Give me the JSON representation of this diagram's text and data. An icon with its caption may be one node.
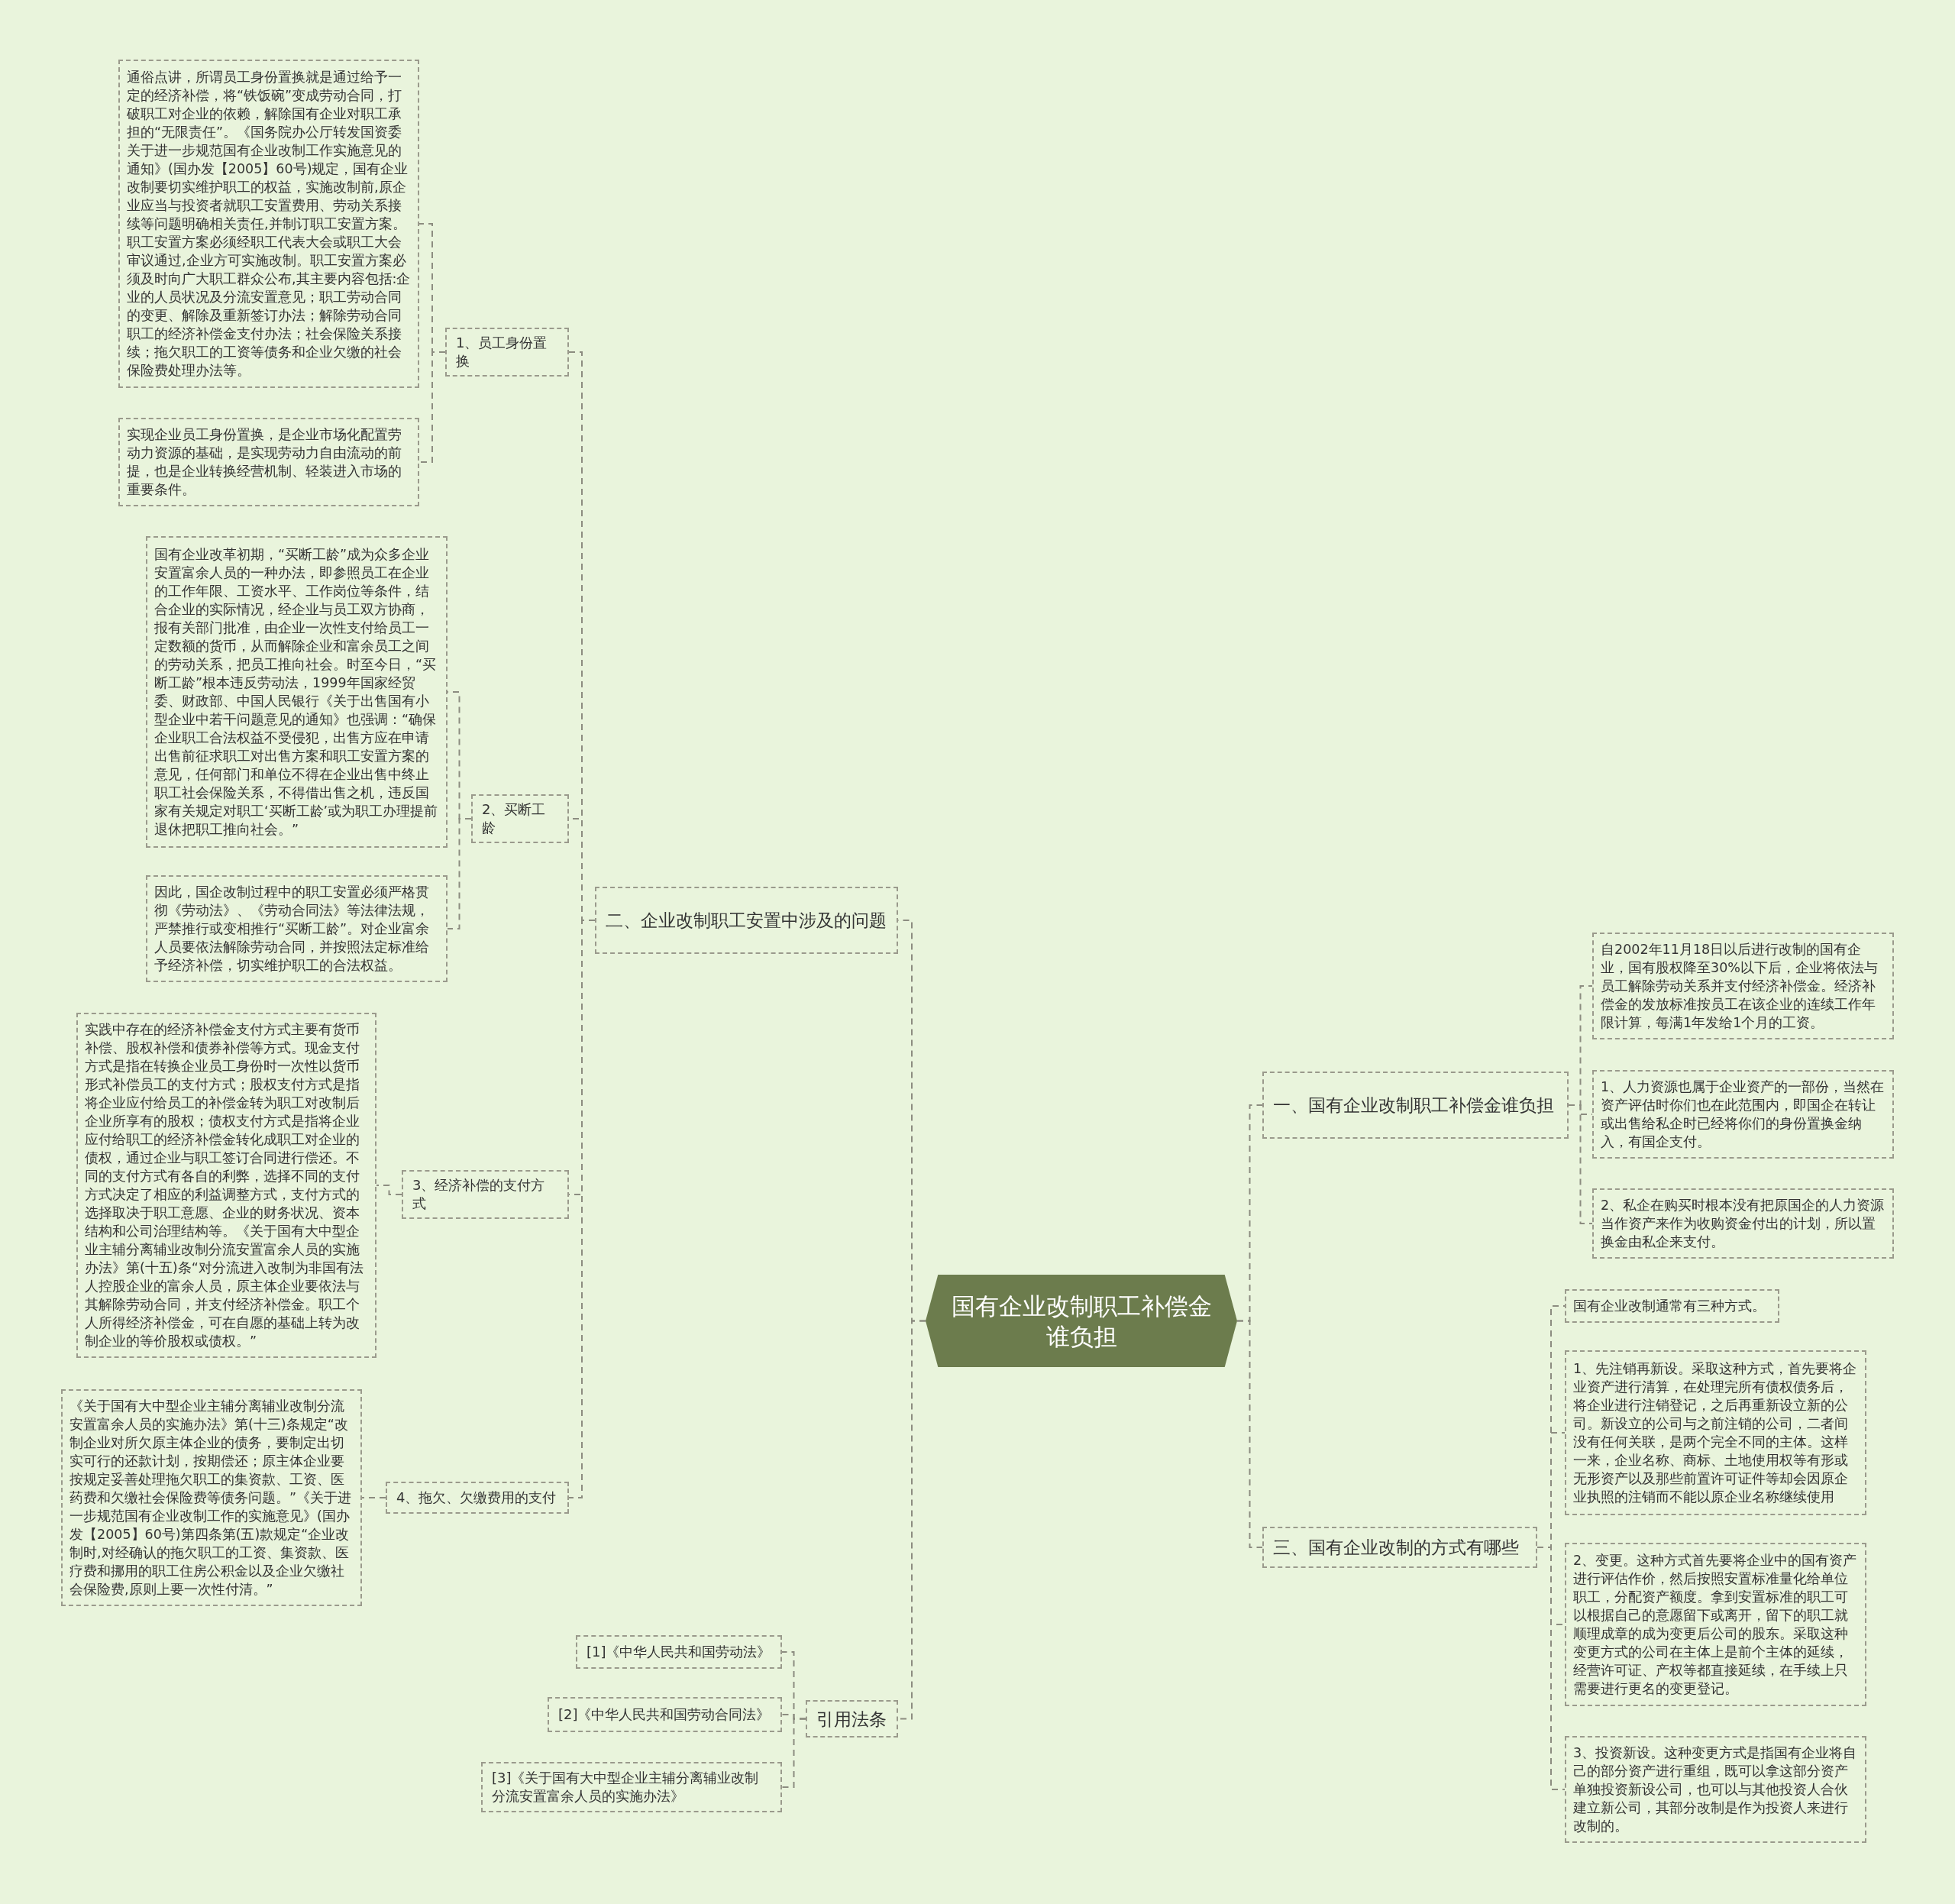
{
  "diagram": {
    "nodes": [
      {
        "text": [
          "国有企业改制职工补偿金谁负担"
        ]
      },
      {
        "text": [
          "二、企业改制职工安置中涉及的问题"
        ]
      },
      {
        "text": [
          "1、员工身份置换"
        ]
      },
      {
        "text": [
          "通俗点讲，所谓员工身份置换就是通过给予一定的经济补偿，将“铁饭碗”变成劳动合同，打破职工对企业的依赖，解除国有企业对职工承担的“无限责任”。《国务院办公厅转发国资委关于进一步规范国有企业改制工作实施意见的通知》(国办发【2005】60号)规定，国有企业改制要切实维护职工的权益，实施改制前,原企业应当与投资者就职工安置费用、劳动关系接续等问题明确相关责任,并制订职工安置方案。职工安置方案必须经职工代表大会或职工大会审议通过,企业方可实施改制。职工安置方案必须及时向广大职工群众公布,其主要内容包括:企业的人员状况及分流安置意见；职工劳动合同的变更、解除及重新签订办法；解除劳动合同职工的经济补偿金支付办法；社会保险关系接续；拖欠职工的工资等债务和企业欠缴的社会保险费处理办法等。"
        ]
      },
      {
        "text": [
          "实现企业员工身份置换，是企业市场化配置劳动力资源的基础，是实现劳动力自由流动的前提，也是企业转换经营机制、轻装进入市场的重要条件。"
        ]
      },
      {
        "text": [
          "2、买断工龄"
        ]
      },
      {
        "text": [
          "国有企业改革初期，“买断工龄”成为众多企业安置富余人员的一种办法，即参照员工在企业的工作年限、工资水平、工作岗位等条件，结合企业的实际情况，经企业与员工双方协商，报有关部门批准，由企业一次性支付给员工一定数额的货币，从而解除企业和富余员工之间的劳动关系，把员工推向社会。时至今日，“买断工龄”根本违反劳动法，1999年国家经贸委、财政部、中国人民银行《关于出售国有小型企业中若干问题意见的通知》也强调：“确保企业职工合法权益不受侵犯，出售方应在申请出售前征求职工对出售方案和职工安置方案的意见，任何部门和单位不得在企业出售中终止职工社会保险关系，不得借出售之机，违反国家有关规定对职工‘买断工龄’或为职工办理提前退休把职工推向社会。”"
        ]
      },
      {
        "text": [
          "因此，国企改制过程中的职工安置必须严格贯彻《劳动法》、《劳动合同法》等法律法规，严禁推行或变相推行“买断工龄”。对企业富余人员要依法解除劳动合同，并按照法定标准给予经济补偿，切实维护职工的合法权益。"
        ]
      },
      {
        "text": [
          "3、经济补偿的支付方式"
        ]
      },
      {
        "text": [
          "实践中存在的经济补偿金支付方式主要有货币补偿、股权补偿和债券补偿等方式。现金支付方式是指在转换企业员工身份时一次性以货币形式补偿员工的支付方式；股权支付方式是指将企业应付给员工的补偿金转为职工对改制后企业所享有的股权；债权支付方式是指将企业应付给职工的经济补偿金转化成职工对企业的债权，通过企业与职工签订合同进行偿还。不同的支付方式有各自的利弊，选择不同的支付方式决定了相应的利益调整方式，支付方式的选择取决于职工意愿、企业的财务状况、资本结构和公司治理结构等。《关于国有大中型企业主辅分离辅业改制分流安置富余人员的实施办法》第(十五)条“对分流进入改制为非国有法人控股企业的富余人员，原主体企业要依法与其解除劳动合同，并支付经济补偿金。职工个人所得经济补偿金，可在自愿的基础上转为改制企业的等价股权或债权。”"
        ]
      },
      {
        "text": [
          "4、拖欠、欠缴费用的支付"
        ]
      },
      {
        "text": [
          "《关于国有大中型企业主辅分离辅业改制分流安置富余人员的实施办法》第(十三)条规定“改制企业对所欠原主体企业的债务，要制定出切实可行的还款计划，按期偿还；原主体企业要按规定妥善处理拖欠职工的集资款、工资、医药费和欠缴社会保险费等债务问题。”《关于进一步规范国有企业改制工作的实施意见》(国办发【2005】60号)第四条第(五)款规定“企业改制时,对经确认的拖欠职工的工资、集资款、医疗费和挪用的职工住房公积金以及企业欠缴社会保险费,原则上要一次性付清。”"
        ]
      },
      {
        "text": [
          "引用法条"
        ]
      },
      {
        "text": [
          "[1]《中华人民共和国劳动法》"
        ]
      },
      {
        "text": [
          "[2]《中华人民共和国劳动合同法》"
        ]
      },
      {
        "text": [
          "[3]《关于国有大中型企业主辅分离辅业改制分流安置富余人员的实施办法》"
        ]
      },
      {
        "text": [
          "一、国有企业改制职工补偿金谁负担"
        ]
      },
      {
        "text": [
          "自2002年11月18日以后进行改制的国有企业，国有股权降至30%以下后，企业将依法与员工解除劳动关系并支付经济补偿金。经济补偿金的发放标准按员工在该企业的连续工作年限计算，每满1年发给1个月的工资。"
        ]
      },
      {
        "text": [
          "1、人力资源也属于企业资产的一部份，当然在资产评估时你们也在此范围内，即国企在转让或出售给私企时已经将你们的身份置换金纳入，有国企支付。"
        ]
      },
      {
        "text": [
          "2、私企在购买时根本没有把原国企的人力资源当作资产来作为收购资金付出的计划，所以置换金由私企来支付。"
        ]
      },
      {
        "text": [
          "三、国有企业改制的方式有哪些"
        ]
      },
      {
        "text": [
          "国有企业改制通常有三种方式。"
        ]
      },
      {
        "text": [
          "1、先注销再新设。采取这种方式，首先要将企业资产进行清算，在处理完所有债权债务后，将企业进行注销登记，之后再重新设立新的公司。新设立的公司与之前注销的公司，二者间没有任何关联，是两个完全不同的主体。这样一来，企业名称、商标、土地使用权等有形或无形资产以及那些前置许可证件等却会因原企业执照的注销而不能以原企业名称继续使用"
        ]
      },
      {
        "text": [
          "2、变更。这种方式首先要将企业中的国有资产进行评估作价，然后按照安置标准量化给单位职工，分配资产额度。拿到安置标准的职工可以根据自己的意愿留下或离开，留下的职工就顺理成章的成为变更后公司的股东。采取这种变更方式的公司在主体上是前个主体的延续，经营许可证、产权等都直接延续，在手续上只需要进行更名的变更登记。"
        ]
      },
      {
        "text": [
          "3、投资新设。这种变更方式是指国有企业将自己的部分资产进行重组，既可以拿这部分资产单独投资新设公司，也可以与其他投资人合伙建立新公司，其部分改制是作为投资人来进行改制的。"
        ]
      }
    ],
    "edges": [
      {
        "from": 0,
        "to": 1,
        "arrow": "none",
        "style": "dashed"
      },
      {
        "from": 1,
        "to": 2,
        "arrow": "none",
        "style": "dashed"
      },
      {
        "from": 2,
        "to": 3,
        "arrow": "none",
        "style": "dashed"
      },
      {
        "from": 2,
        "to": 4,
        "arrow": "none",
        "style": "dashed"
      },
      {
        "from": 1,
        "to": 5,
        "arrow": "none",
        "style": "dashed"
      },
      {
        "from": 5,
        "to": 6,
        "arrow": "none",
        "style": "dashed"
      },
      {
        "from": 5,
        "to": 7,
        "arrow": "none",
        "style": "dashed"
      },
      {
        "from": 1,
        "to": 8,
        "arrow": "none",
        "style": "dashed"
      },
      {
        "from": 8,
        "to": 9,
        "arrow": "none",
        "style": "dashed"
      },
      {
        "from": 1,
        "to": 10,
        "arrow": "none",
        "style": "dashed"
      },
      {
        "from": 10,
        "to": 11,
        "arrow": "none",
        "style": "dashed"
      },
      {
        "from": 0,
        "to": 12,
        "arrow": "none",
        "style": "dashed"
      },
      {
        "from": 12,
        "to": 13,
        "arrow": "none",
        "style": "dashed"
      },
      {
        "from": 12,
        "to": 14,
        "arrow": "none",
        "style": "dashed"
      },
      {
        "from": 12,
        "to": 15,
        "arrow": "none",
        "style": "dashed"
      },
      {
        "from": 0,
        "to": 16,
        "arrow": "none",
        "style": "dashed"
      },
      {
        "from": 16,
        "to": 17,
        "arrow": "none",
        "style": "dashed"
      },
      {
        "from": 16,
        "to": 18,
        "arrow": "none",
        "style": "dashed"
      },
      {
        "from": 16,
        "to": 19,
        "arrow": "none",
        "style": "dashed"
      },
      {
        "from": 0,
        "to": 20,
        "arrow": "none",
        "style": "dashed"
      },
      {
        "from": 20,
        "to": 21,
        "arrow": "none",
        "style": "dashed"
      },
      {
        "from": 20,
        "to": 22,
        "arrow": "none",
        "style": "dashed"
      },
      {
        "from": 20,
        "to": 23,
        "arrow": "none",
        "style": "dashed"
      },
      {
        "from": 20,
        "to": 24,
        "arrow": "none",
        "style": "dashed"
      }
    ]
  }
}
